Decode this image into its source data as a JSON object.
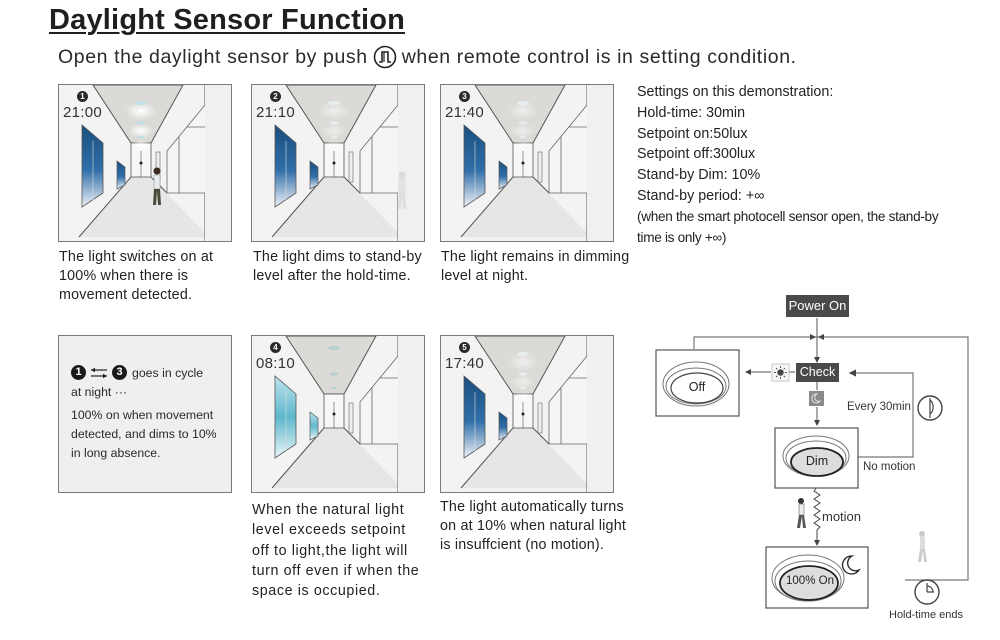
{
  "header": {
    "title": "Daylight Sensor Function",
    "subtitle_before": "Open the daylight sensor by push",
    "subtitle_icon": "push-button-icon",
    "subtitle_after": "when remote control is in setting condition."
  },
  "scenes": [
    {
      "number": "1",
      "time": "21:00",
      "caption": "The light switches on at\n100% when there is\nmovement detected.",
      "window": "night",
      "ceiling_lights": "bright",
      "person": "present"
    },
    {
      "number": "2",
      "time": "21:10",
      "caption": "The light dims to stand-by\nlevel after the hold-time.",
      "window": "night",
      "ceiling_lights": "dim",
      "person": "faded"
    },
    {
      "number": "3",
      "time": "21:40",
      "caption": "The light remains in dimming\nlevel at night.",
      "window": "night",
      "ceiling_lights": "dim",
      "person": "none"
    },
    {
      "number": "4",
      "time": "08:10",
      "caption": "When the natural light\nlevel exceeds setpoint\noff to light,the light  will\n turn off even if when the\nspace is occupied.",
      "window": "day",
      "ceiling_lights": "off",
      "person": "none"
    },
    {
      "number": "5",
      "time": "17:40",
      "caption": "The light automatically turns\non at 10%  when natural light\nis insuffcient (no motion).",
      "window": "night",
      "ceiling_lights": "dim",
      "person": "none"
    }
  ],
  "cycle_box": {
    "from": "1",
    "to": "3",
    "line1": "goes in cycle",
    "line2": "at night ···",
    "line3": "100% on when movement",
    "line4": "detected, and dims to 10%",
    "line5": " in long absence."
  },
  "settings": {
    "heading": "Settings on this demonstration:",
    "hold_time": "Hold-time: 30min",
    "setpoint_on": "Setpoint on:50lux",
    "setpoint_off": "Setpoint off:300lux",
    "standby_dim": "Stand-by Dim: 10%",
    "standby_period": "Stand-by period: +∞",
    "note_line1": "(when the smart photocell sensor open, the stand-by",
    "note_line2": "time is only +∞)"
  },
  "flow": {
    "power_on": "Power On",
    "check": "Check",
    "off": "Off",
    "dim": "Dim",
    "on_full": "100% On",
    "every": "Every 30min",
    "no_motion": "No motion",
    "motion": "motion",
    "hold_time_ends": "Hold-time ends",
    "box_color": "#4a4a4a"
  }
}
